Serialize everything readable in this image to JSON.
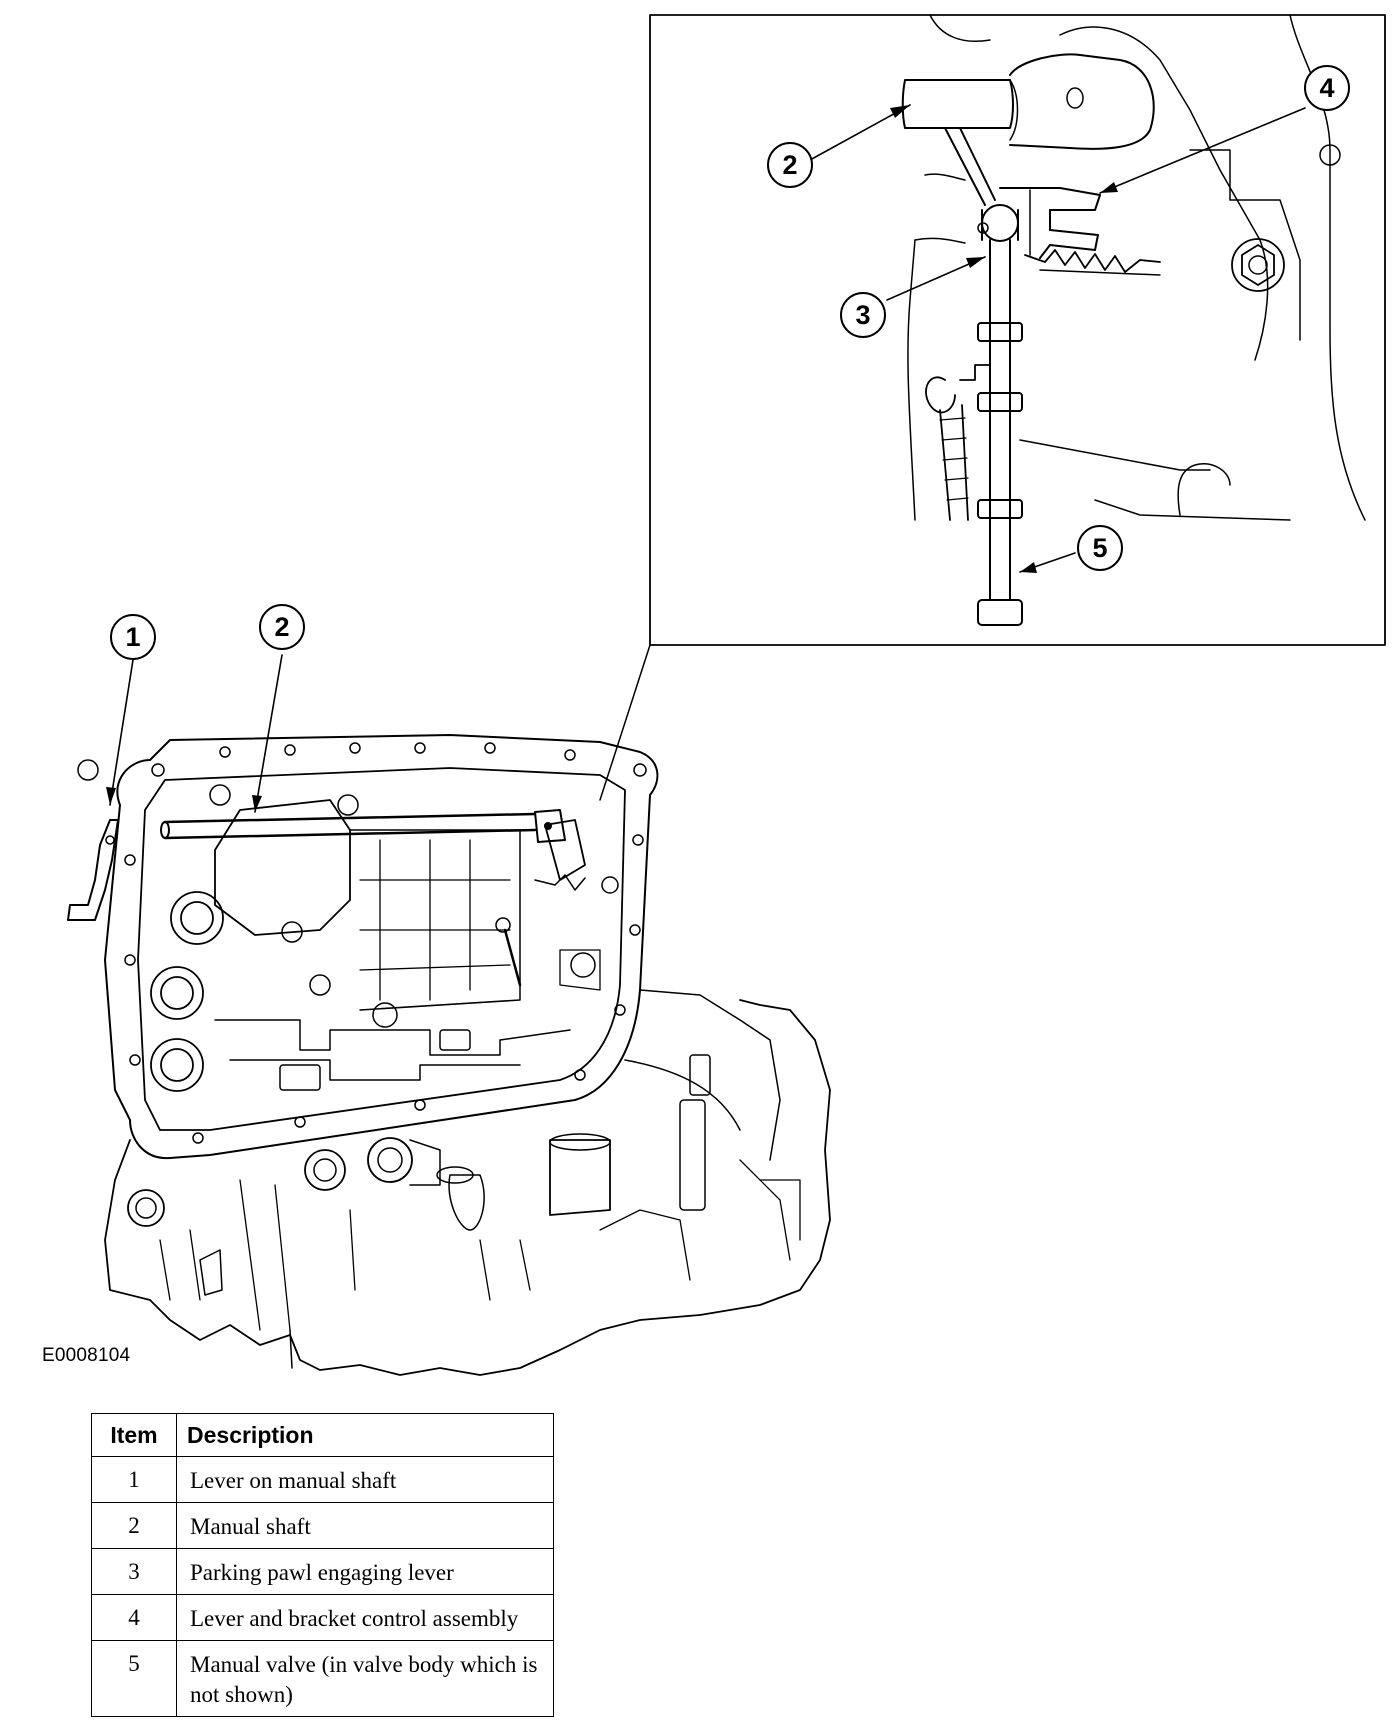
{
  "figure": {
    "id_label": "E0008104",
    "callouts_main": [
      "1",
      "2"
    ],
    "callouts_inset": [
      "2",
      "3",
      "4",
      "5"
    ]
  },
  "legend": {
    "headers": {
      "item": "Item",
      "description": "Description"
    },
    "rows": [
      {
        "item": "1",
        "description": "Lever on manual shaft"
      },
      {
        "item": "2",
        "description": "Manual shaft"
      },
      {
        "item": "3",
        "description": "Parking pawl engaging lever"
      },
      {
        "item": "4",
        "description": "Lever and bracket control assembly"
      },
      {
        "item": "5",
        "description": "Manual valve (in valve body which is not shown)"
      }
    ]
  }
}
